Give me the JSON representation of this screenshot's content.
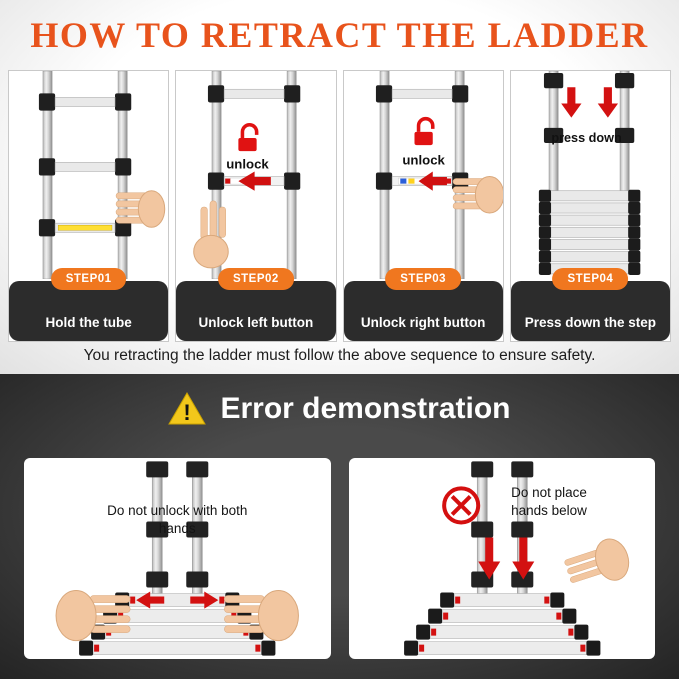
{
  "title": "HOW TO RETRACT THE LADDER",
  "steps": [
    {
      "badge": "STEP01",
      "caption": "Hold the tube"
    },
    {
      "badge": "STEP02",
      "caption": "Unlock left button",
      "annotation": "unlock"
    },
    {
      "badge": "STEP03",
      "caption": "Unlock right button",
      "annotation": "unlock"
    },
    {
      "badge": "STEP04",
      "caption": "Press down the step",
      "annotation": "press down"
    }
  ],
  "note": "You retracting the ladder must follow the above sequence to ensure safety.",
  "error_section": {
    "title": "Error demonstration",
    "panels": [
      {
        "text": "Do not unlock with both hands"
      },
      {
        "text": "Do not place hands below"
      }
    ]
  },
  "colors": {
    "title_orange": "#e8531c",
    "badge_orange": "#f0771f",
    "arrow_red": "#d31111",
    "warning_yellow": "#f2c71b",
    "caption_dark": "#2c2c2c"
  }
}
